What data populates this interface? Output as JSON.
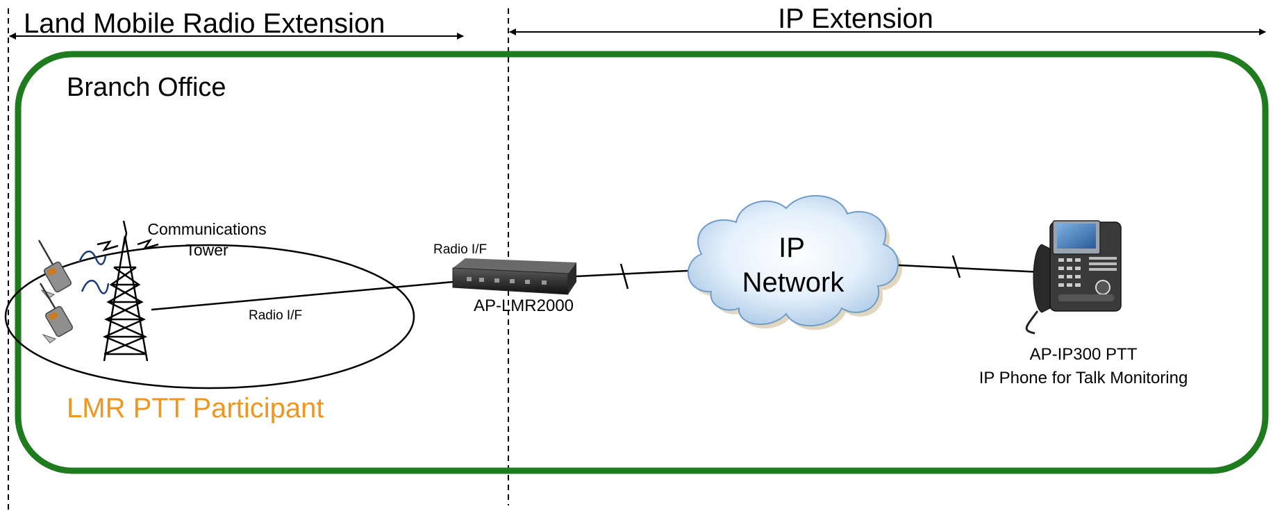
{
  "header": {
    "lmr_extension": "Land Mobile Radio Extension",
    "ip_extension": "IP Extension"
  },
  "branch": {
    "title": "Branch Office",
    "border_color": "#1e7b1e"
  },
  "lmr_zone": {
    "participant_label": "LMR PTT Participant",
    "participant_color": "#f0961e",
    "tower_label_line1": "Communications",
    "tower_label_line2": "Tower",
    "link_label": "Radio I/F"
  },
  "gateway": {
    "interface_label": "Radio I/F",
    "device_label": "AP-LMR2000"
  },
  "network": {
    "line1": "IP",
    "line2": "Network"
  },
  "phone": {
    "label_line1": "AP-IP300  PTT",
    "label_line2": "IP Phone for Talk Monitoring"
  }
}
